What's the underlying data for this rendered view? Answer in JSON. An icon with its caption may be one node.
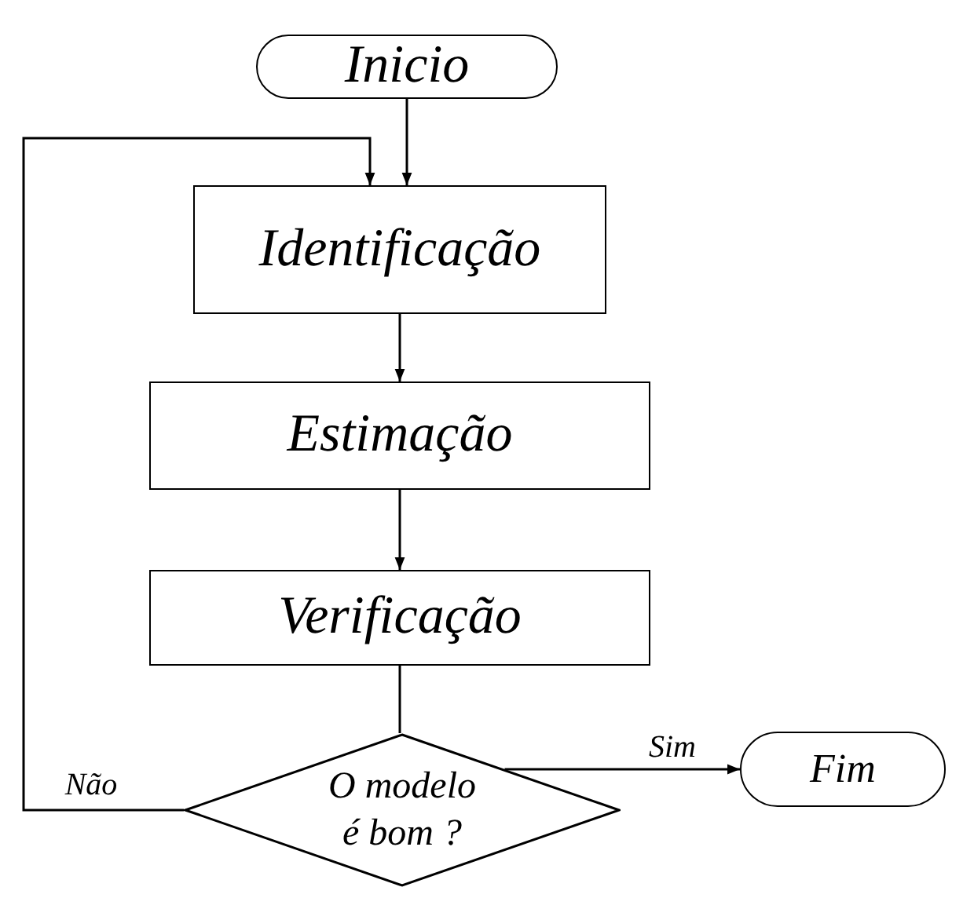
{
  "diagram": {
    "nodes": [
      {
        "text": [
          "Inicio"
        ]
      },
      {
        "text": [
          "Identificação"
        ]
      },
      {
        "text": [
          "Estimação"
        ]
      },
      {
        "text": [
          "Verificação"
        ]
      },
      {
        "text": [
          "O modelo é bom ?"
        ]
      },
      {
        "text": [
          "Fim"
        ]
      }
    ],
    "edges": [
      {
        "from": 0,
        "to": 1,
        "arrow": "to"
      },
      {
        "from": 1,
        "to": 2,
        "arrow": "to"
      },
      {
        "from": 2,
        "to": 3,
        "arrow": "to"
      },
      {
        "from": 3,
        "to": 4,
        "arrow": "none"
      },
      {
        "from": 4,
        "to": 1,
        "label": "Não",
        "arrow": "to"
      },
      {
        "from": 4,
        "to": 5,
        "label": "Sim",
        "arrow": "to"
      }
    ]
  }
}
